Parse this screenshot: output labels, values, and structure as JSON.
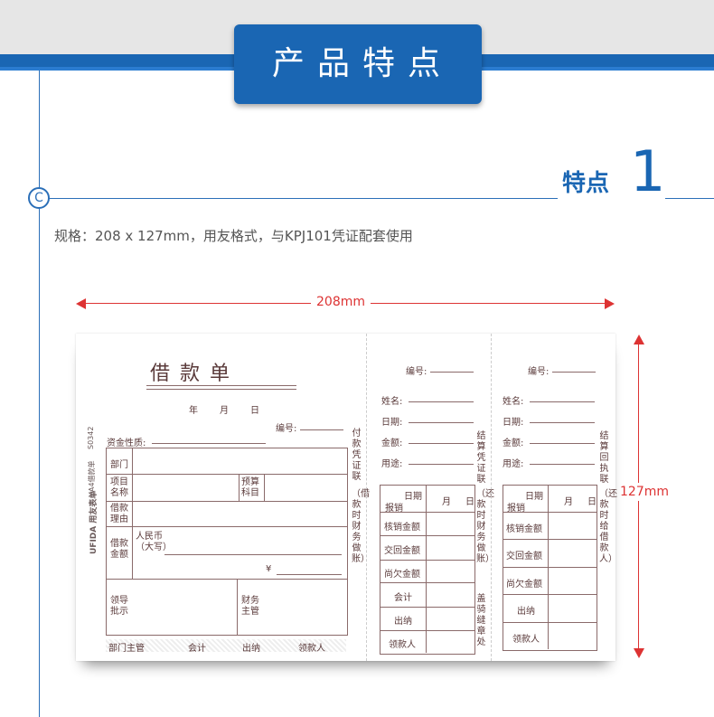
{
  "header": {
    "title": "产品特点"
  },
  "feature": {
    "label": "特点",
    "number": "1"
  },
  "spec": "规格：208 x 127mm，用友格式，与KPJ101凭证配套使用",
  "dimensions": {
    "width": "208mm",
    "height": "127mm"
  },
  "form": {
    "title": "借 款 单",
    "date_year": "年",
    "date_month": "月",
    "date_day": "日",
    "number_label": "编号:",
    "fund_nature_label": "资金性质:",
    "side_code": "S0342",
    "side_type": "A4借款单",
    "side_brand": "UFIDA 用友表单",
    "department": "部门",
    "project_name": "项目名称",
    "budget_subject": "预算科目",
    "loan_reason": "借款理由",
    "loan_amount": "借款金额",
    "rmb_capital": "人民币（大写）",
    "yen": "¥",
    "leader_approval": "领导批示",
    "finance_manager": "财务主管",
    "footer": [
      "部门主管",
      "会计",
      "出纳",
      "领款人"
    ],
    "stub1_vertical_top": "付款凭证联",
    "stub1_vertical_bottom": "（借款时财务做账）",
    "stub2_vertical_top": "结算凭证联",
    "stub2_vertical_bottom": "（还款时财务做账）",
    "stub2_vertical_seal": "盖骑缝章处",
    "stub3_vertical_top": "结算回执联",
    "stub3_vertical_bottom": "（还款时给借款人）",
    "stub_fields": [
      "姓名:",
      "日期:",
      "金额:",
      "用途:"
    ],
    "stub_table": {
      "date_label": "日期",
      "report_label": "报销",
      "month": "月",
      "day": "日",
      "rows": [
        "核销金额",
        "交回金额",
        "尚欠金额",
        "会计",
        "出纳",
        "领款人"
      ],
      "rows3": [
        "核销金额",
        "交回金额",
        "尚欠金额",
        "出纳",
        "领款人"
      ]
    }
  }
}
